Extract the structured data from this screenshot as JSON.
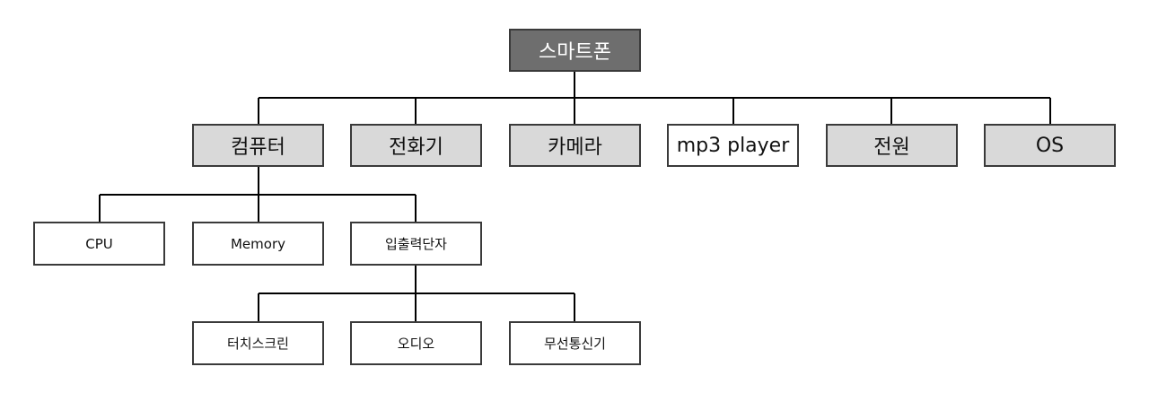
{
  "diagram": {
    "type": "tree",
    "root": {
      "label": "스마트폰"
    },
    "level1": [
      {
        "label": "컴퓨터"
      },
      {
        "label": "전화기"
      },
      {
        "label": "카메라"
      },
      {
        "label": "mp3 player"
      },
      {
        "label": "전원"
      },
      {
        "label": "OS"
      }
    ],
    "computer_children": [
      {
        "label": "CPU"
      },
      {
        "label": "Memory"
      },
      {
        "label": "입출력단자"
      }
    ],
    "io_children": [
      {
        "label": "터치스크린"
      },
      {
        "label": "오디오"
      },
      {
        "label": "무선통신기"
      }
    ],
    "colors": {
      "root_fill": "#6e6e6e",
      "root_text": "#ffffff",
      "level1_fill": "#d9d9d9",
      "plain_fill": "#ffffff",
      "border": "#3a3a3a",
      "connector": "#000000"
    }
  }
}
